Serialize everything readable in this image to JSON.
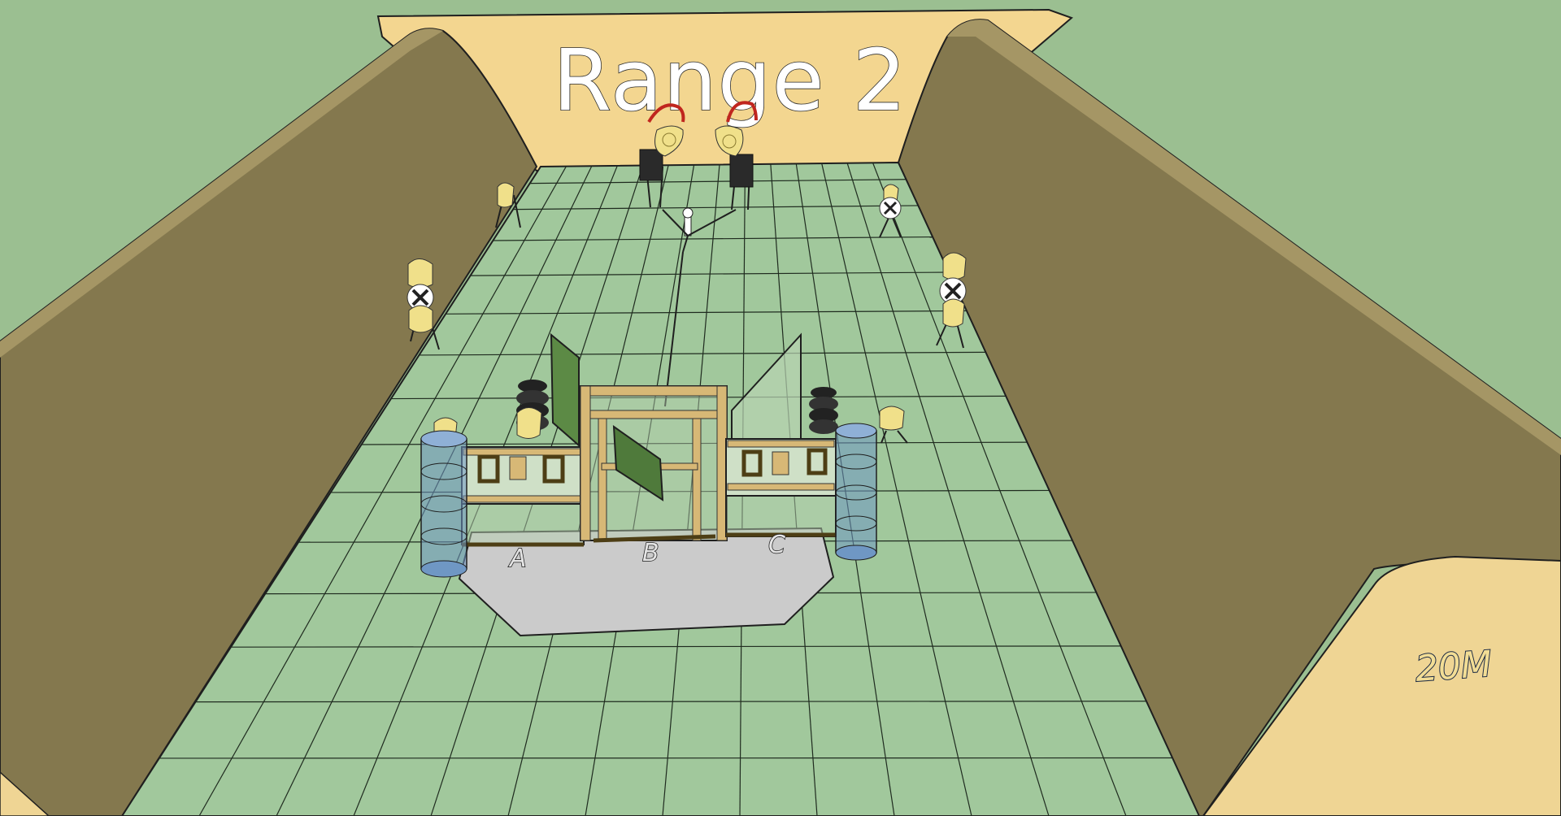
{
  "range": {
    "title": "Range 2",
    "distance": "20M"
  },
  "shooting_positions": [
    "A",
    "B",
    "C"
  ],
  "colors": {
    "grass": "#9bbf91",
    "floor": "#a1c89c",
    "berm_side": "#84784e",
    "berm_top": "#efd594",
    "berm_back": "#f3d690",
    "shooting_box": "#cbcbcb",
    "wood_frame": "#d7b876",
    "barrel": "#6f97c4",
    "steel_target": "#f0e08a",
    "swinger_arrow": "#c0261e"
  },
  "icons": [
    "paper-target",
    "steel-popper-target",
    "tire-stack",
    "barrel-stack",
    "swing-arrow",
    "activator-pedal"
  ]
}
